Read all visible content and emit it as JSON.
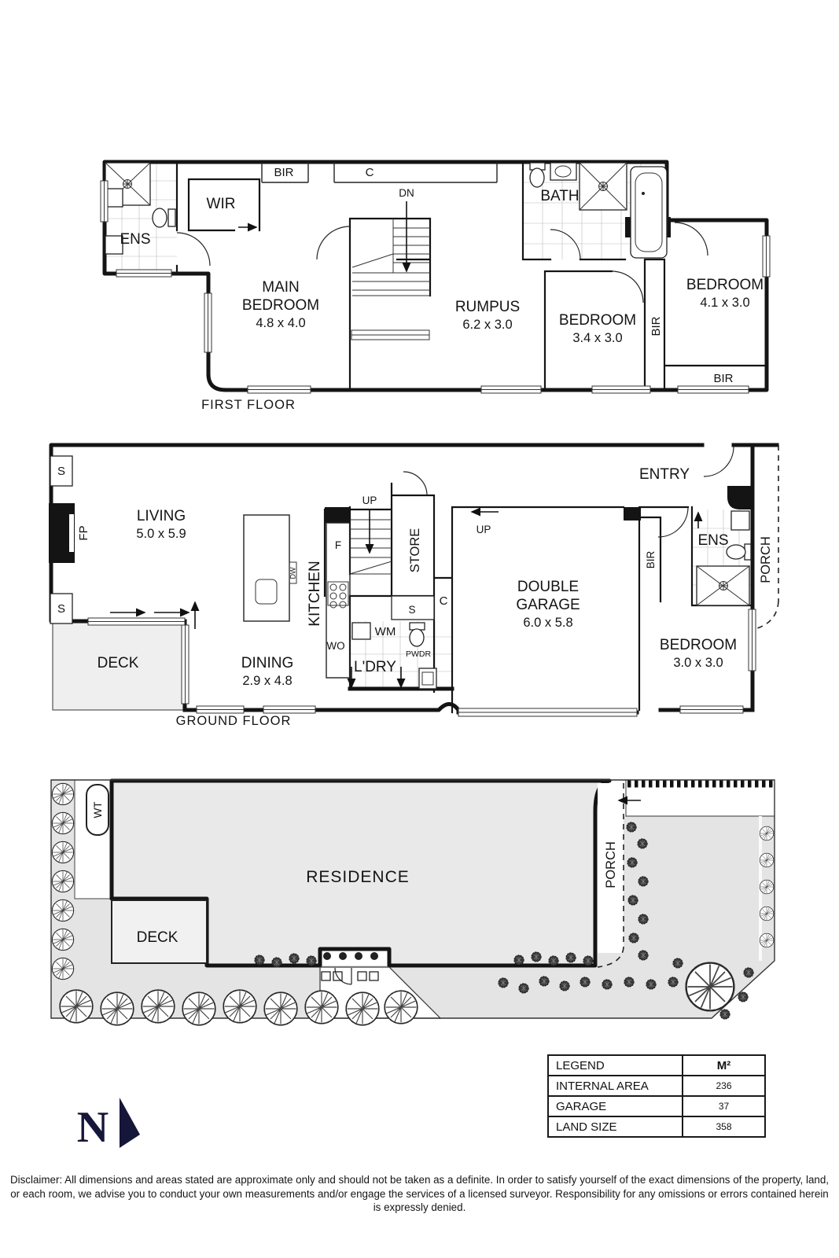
{
  "first_floor": {
    "caption": "FIRST FLOOR",
    "ens": "ENS",
    "wir": "WIR",
    "bir_top": "BIR",
    "closet_c": "C",
    "dn": "DN",
    "bath": "BATH",
    "main_bedroom": {
      "name_line1": "MAIN",
      "name_line2": "BEDROOM",
      "dims": "4.8 x 4.0"
    },
    "rumpus": {
      "name": "RUMPUS",
      "dims": "6.2 x 3.0"
    },
    "bedroom2": {
      "name": "BEDROOM",
      "dims": "3.4 x 3.0"
    },
    "bedroom3": {
      "name": "BEDROOM",
      "dims": "4.1 x 3.0"
    },
    "bir_mid": "BIR",
    "bir_right": "BIR"
  },
  "ground_floor": {
    "caption": "GROUND FLOOR",
    "shelf_top": "S",
    "fireplace": "FP",
    "shelf_bottom": "S",
    "living": {
      "name": "LIVING",
      "dims": "5.0 x 5.9"
    },
    "deck": "DECK",
    "dining": {
      "name": "DINING",
      "dims": "2.9 x 4.8"
    },
    "kitchen": "KITCHEN",
    "fridge": "F",
    "dishwasher": "DW",
    "wall_oven": "WO",
    "washing_machine": "WM",
    "laundry": "L'DRY",
    "powder": "PWDR",
    "shelf_s": "S",
    "store": "STORE",
    "closet_c": "C",
    "up_stairs": "UP",
    "up_garage": "UP",
    "garage": {
      "name_line1": "DOUBLE",
      "name_line2": "GARAGE",
      "dims": "6.0 x 5.8"
    },
    "bir": "BIR",
    "entry": "ENTRY",
    "ens": "ENS",
    "porch": "PORCH",
    "bedroom": {
      "name": "BEDROOM",
      "dims": "3.0 x 3.0"
    }
  },
  "site_plan": {
    "water_tank": "WT",
    "residence": "RESIDENCE",
    "deck": "DECK",
    "porch": "PORCH"
  },
  "legend": {
    "title": "LEGEND",
    "unit": "M²",
    "rows": [
      {
        "label": "INTERNAL AREA",
        "value": "236"
      },
      {
        "label": "GARAGE",
        "value": "37"
      },
      {
        "label": "LAND SIZE",
        "value": "358"
      }
    ]
  },
  "compass": {
    "north": "N"
  },
  "colors": {
    "ink": "#141414",
    "yard_gray": "#e4e4e4",
    "residence_gray": "#e9e9e9",
    "north_navy": "#16163a"
  },
  "disclaimer": "Disclaimer: All dimensions and areas stated are approximate only and should not be taken as a definite. In order to satisfy yourself of the exact dimensions of the property, land, or each room, we advise you to conduct your own measurements and/or engage the services of a licensed surveyor. Responsibility for any omissions or errors contained herein is expressly denied."
}
